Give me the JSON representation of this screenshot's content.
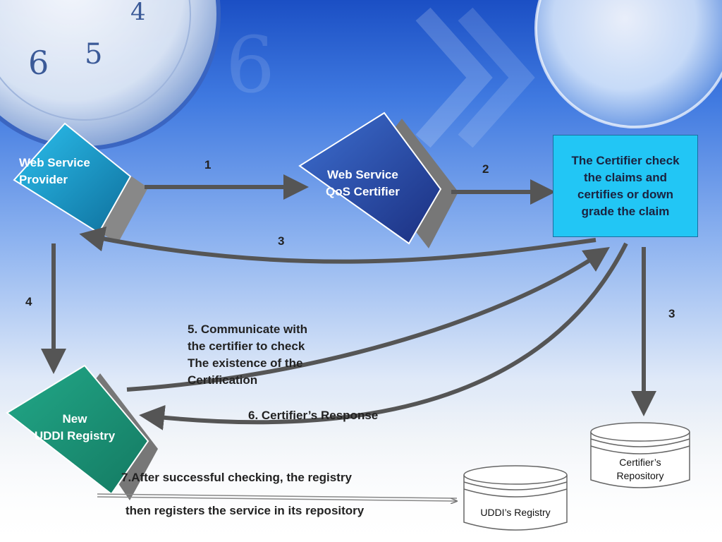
{
  "nodes": {
    "provider": {
      "line1": "Web Service",
      "line2": "Provider"
    },
    "qos_certifier": {
      "line1": "Web Service",
      "line2": "QoS Certifier"
    },
    "certifier_check": {
      "text": "The Certifier check the claims and certifies or down grade the claim"
    },
    "new_registry": {
      "line1": "New",
      "line2": "UDDI Registry"
    },
    "certifier_repo": {
      "line1": "Certifier’s",
      "line2": "Repository"
    },
    "uddi_registry": {
      "text": "UDDI’s Registry"
    }
  },
  "edges": {
    "step1": "1",
    "step2": "2",
    "step3_back": "3",
    "step3_down": "3",
    "step4": "4",
    "step5": {
      "line1": "5. Communicate with",
      "line2": "the certifier to check",
      "line3": "The existence of the",
      "line4": "Certification"
    },
    "step6": "6. Certifier’s Response",
    "step7": {
      "line1": "7.After successful checking, the registry",
      "line2": "then registers the service  in its  repository"
    }
  },
  "colors": {
    "provider_box": "#1ba3d6",
    "qos_box": "#2a52b8",
    "registry_box": "#1a9a7a",
    "certifier_box": "#22c6f5",
    "arrow": "#555555"
  }
}
